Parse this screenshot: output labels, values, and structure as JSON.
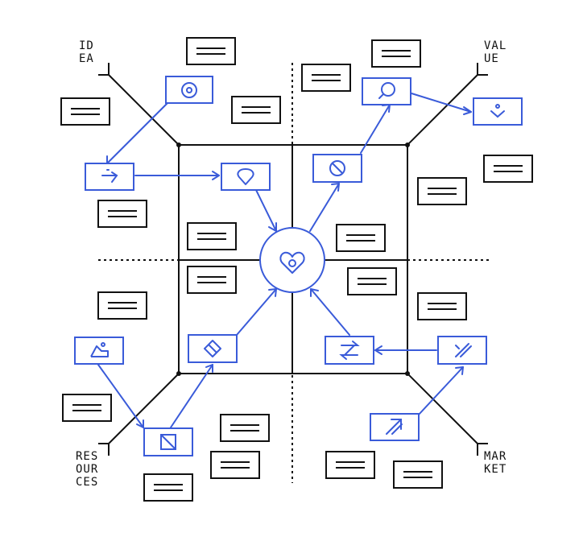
{
  "labels": {
    "idea": [
      "ID",
      "EA"
    ],
    "value": [
      "VAL",
      "UE"
    ],
    "resources": [
      "RES",
      "OUR",
      "CES"
    ],
    "market": [
      "MAR",
      "KET"
    ]
  },
  "colors": {
    "ink": "#111111",
    "accent": "#3a5bd9",
    "background": "#ffffff"
  },
  "icons": {
    "center": "heart-icon",
    "idea_target": "target-icon",
    "idea_arrow": "arrow-right-icon",
    "idea_shape": "drop-icon",
    "value_block": "block-icon",
    "value_search": "search-icon",
    "value_check": "chevron-check-icon",
    "resources_image": "image-icon",
    "resources_diamond": "diamond-icon",
    "resources_box": "diagonal-box-icon",
    "market_swap": "swap-icon",
    "market_slash": "slash-icon",
    "market_trend": "trend-arrow-icon"
  }
}
